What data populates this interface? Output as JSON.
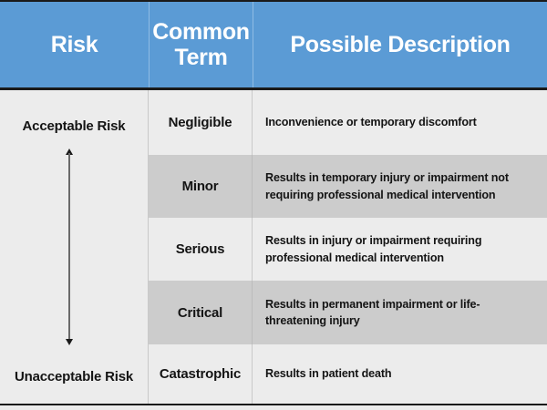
{
  "table": {
    "columns": [
      {
        "key": "risk",
        "label": "Risk"
      },
      {
        "key": "term",
        "label": "Common\nTerm"
      },
      {
        "key": "desc",
        "label": "Possible Description"
      }
    ],
    "header": {
      "risk": "Risk",
      "term_line1": "Common",
      "term_line2": "Term",
      "description": "Possible Description"
    },
    "risk_axis": {
      "top_label": "Acceptable Risk",
      "bottom_label": "Unacceptable Risk",
      "arrow": "double-headed-vertical-arrow"
    },
    "rows": [
      {
        "term": "Negligible",
        "description": "Inconvenience or temporary discomfort",
        "shade": "light"
      },
      {
        "term": "Minor",
        "description": "Results in temporary injury or impairment not requiring professional medical intervention",
        "shade": "shaded"
      },
      {
        "term": "Serious",
        "description": "Results in injury or impairment requiring professional medical intervention",
        "shade": "light"
      },
      {
        "term": "Critical",
        "description": "Results in permanent impairment or life-threatening injury",
        "shade": "shaded"
      },
      {
        "term": "Catastrophic",
        "description": "Results in patient death",
        "shade": "light"
      }
    ]
  },
  "colors": {
    "header_blue": "#5B9BD5",
    "header_divider": "#8FBCE4",
    "row_light": "#ECECEC",
    "row_shaded": "#CCCCCC",
    "rule_dark": "#1A1A1A",
    "text_dark": "#141414",
    "arrow_gray": "#6A6A6A"
  }
}
